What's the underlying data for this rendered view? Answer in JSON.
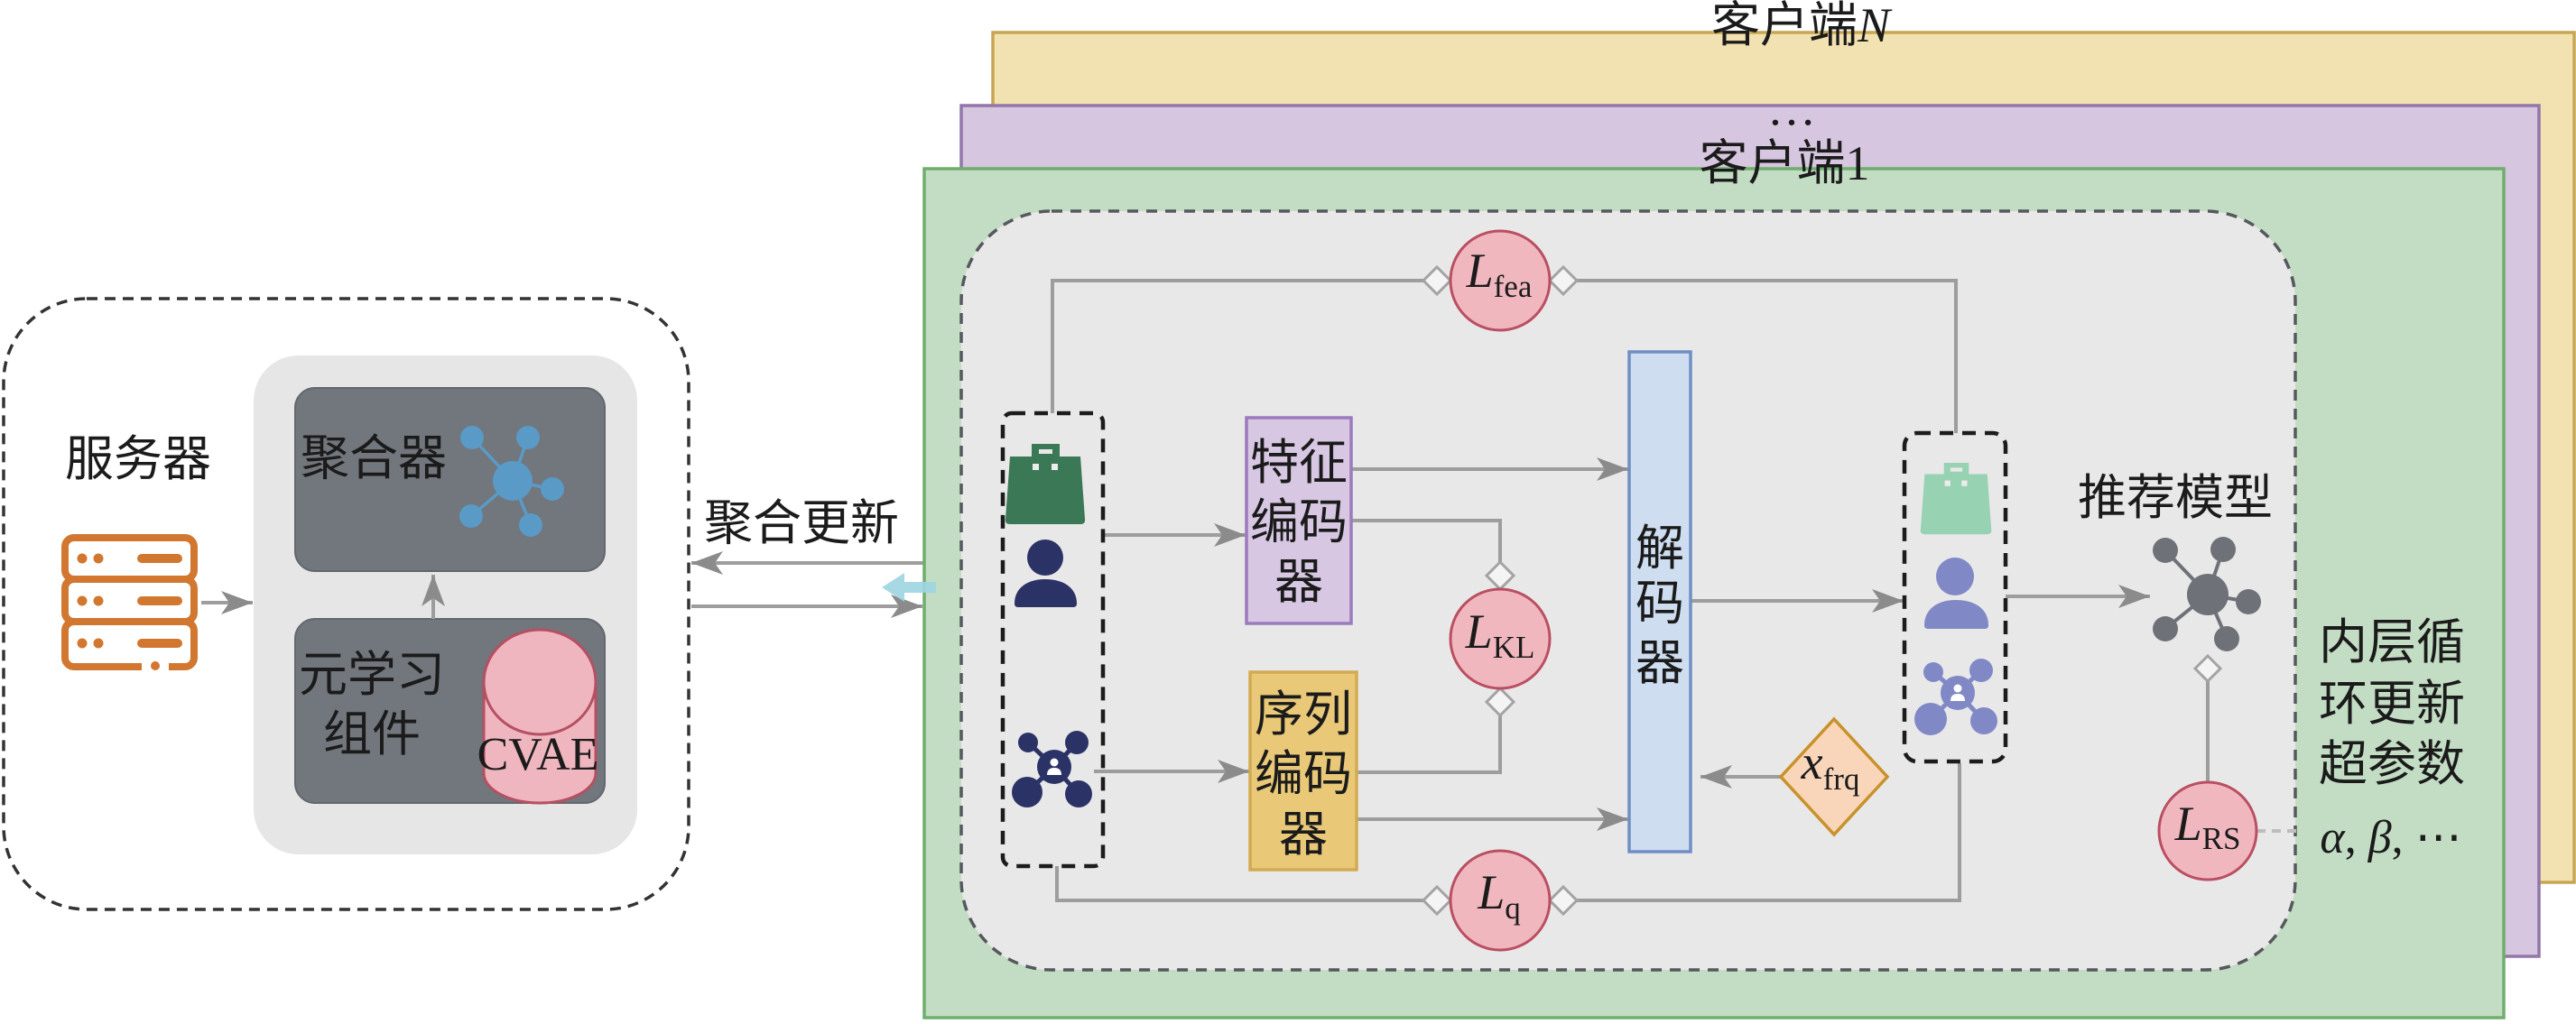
{
  "server": {
    "title": "服务器",
    "aggregator": {
      "label": "聚合器"
    },
    "meta_learning_component": {
      "label_lines": [
        "元学习",
        "组件"
      ],
      "model": "CVAE"
    }
  },
  "communication": {
    "label": "聚合更新"
  },
  "client_stack": {
    "back": {
      "prefix": "客户端",
      "index": "N"
    },
    "middle_ellipsis": "…",
    "front": {
      "prefix": "客户端",
      "index": "1"
    }
  },
  "client": {
    "feature_encoder": {
      "lines": [
        "特征",
        "编码",
        "器"
      ]
    },
    "sequence_encoder": {
      "lines": [
        "序列",
        "编码",
        "器"
      ]
    },
    "decoder": {
      "lines": [
        "解",
        "码",
        "器"
      ]
    },
    "losses": {
      "l_fea": {
        "symbol": "L",
        "sub": "fea"
      },
      "l_kl": {
        "symbol": "L",
        "sub": "KL"
      },
      "l_q": {
        "symbol": "L",
        "sub": "q"
      },
      "l_rs": {
        "symbol": "L",
        "sub": "RS"
      }
    },
    "frequency_input": {
      "symbol": "x",
      "sub": "frq"
    },
    "recommendation_model": {
      "label": "推荐模型"
    },
    "inner_loop": {
      "lines": [
        "内层循",
        "环更新",
        "超参数"
      ],
      "params": [
        "α",
        "β",
        "⋯"
      ],
      "separator": ", "
    }
  },
  "icons": {
    "server": "server-rack-icon",
    "aggregator": "network-hub-icon",
    "cvae": "cylinder-icon",
    "update_flow": "arrow-left-icon",
    "input_items": [
      "shopping-bag-icon",
      "user-icon",
      "user-network-icon"
    ],
    "output_items": [
      "shopping-bag-icon",
      "user-icon",
      "user-network-icon"
    ],
    "recommendation_model": "network-hub-icon"
  },
  "colors": {
    "panel": "#e9e8e8",
    "server-module": "#72767d",
    "server-icon": "#d2772f",
    "aggregator-node": "#5a9ac6",
    "cvae-fill": "#efb6bf",
    "update-arrow": "#9dd5e1",
    "client-n": "#f3e2b1",
    "client-mid": "#d6c6e0",
    "client-1": "#c3ddc4",
    "feature-encoder": "#d7c7e3",
    "sequence-encoder": "#e9c978",
    "decoder": "#cfddf1",
    "loss-fill": "#f0b7bf",
    "loss-stroke": "#b94f61",
    "frequency-node": "#f9d6ba",
    "item-dark": "#3b7856",
    "user-dark": "#2b3366",
    "item-light": "#97d2b3",
    "user-light": "#8089c6",
    "recommendation-model": "#6e7278"
  }
}
